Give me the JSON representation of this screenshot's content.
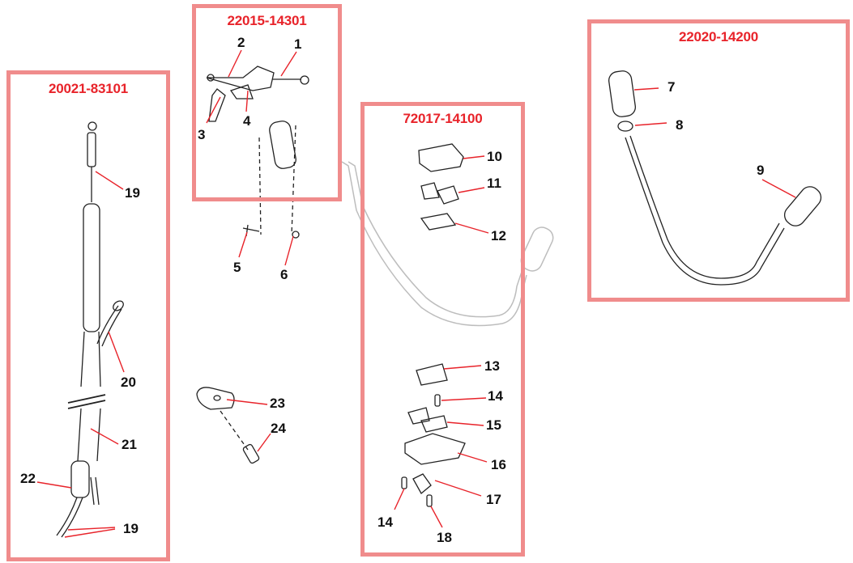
{
  "groups": [
    {
      "id": "g1",
      "code": "22015-14301"
    },
    {
      "id": "g2",
      "code": "20021-83101"
    },
    {
      "id": "g3",
      "code": "72017-14100"
    },
    {
      "id": "g4",
      "code": "22020-14200"
    }
  ],
  "callouts": {
    "c1": "1",
    "c2": "2",
    "c3": "3",
    "c4": "4",
    "c5": "5",
    "c6": "6",
    "c7": "7",
    "c8": "8",
    "c9": "9",
    "c10": "10",
    "c11": "11",
    "c12": "12",
    "c13": "13",
    "c14a": "14",
    "c14b": "14",
    "c15": "15",
    "c16": "16",
    "c17": "17",
    "c18": "18",
    "c19a": "19",
    "c19b": "19",
    "c20": "20",
    "c21": "21",
    "c22": "22",
    "c23": "23",
    "c24": "24"
  },
  "colors": {
    "frame": "#f08c8c",
    "code_text": "#e8232a",
    "leader": "#e8232a",
    "ink": "#222222",
    "ghost": "#bdbdbd"
  }
}
